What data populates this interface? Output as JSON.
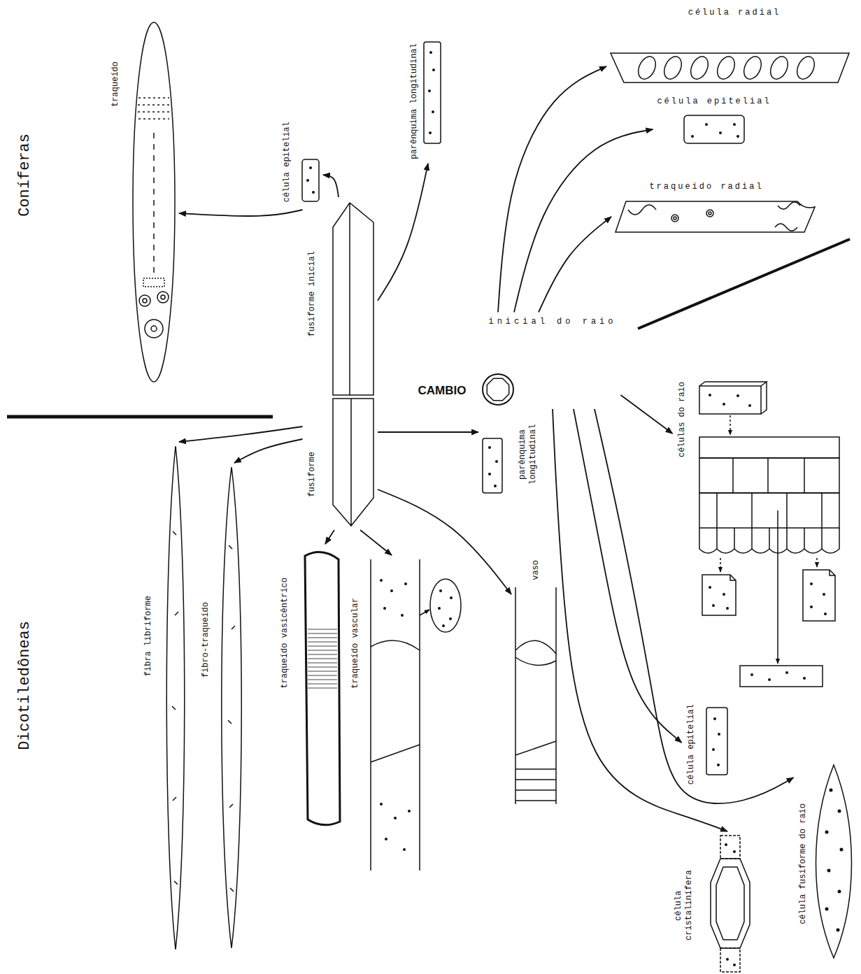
{
  "diagram": {
    "nodes": [
      {
        "text": [
          "traqueído"
        ]
      },
      {
        "text": [
          "célula epitelial"
        ]
      },
      {
        "text": [
          "parênquima longitudinal"
        ]
      },
      {
        "text": [
          "célula radial"
        ]
      },
      {
        "text": [
          "célula epitelial"
        ]
      },
      {
        "text": [
          "traqueído radial"
        ]
      },
      {
        "text": [
          "fusiforme inicial"
        ]
      },
      {
        "text": [
          "inicial do raio",
          "CAMBIO"
        ]
      },
      {
        "text": [
          "fusiforme"
        ]
      },
      {
        "text": [
          "parênquima longitudinal"
        ]
      },
      {
        "text": [
          "células do raio"
        ]
      },
      {
        "text": [
          "fibra libriforme"
        ]
      },
      {
        "text": [
          "fibro-traqueído"
        ]
      },
      {
        "text": [
          "traqueído vasicêntrico"
        ]
      },
      {
        "text": [
          "traqueído vascular"
        ]
      },
      {
        "text": [
          "vaso"
        ]
      },
      {
        "text": [
          "célula epitelial"
        ]
      },
      {
        "text": [
          "célula fusiforme do raio"
        ]
      },
      {
        "text": [
          "célula cristalinífera"
        ]
      }
    ],
    "edges": [
      {
        "from": 6,
        "to": 0,
        "arrow": "to"
      },
      {
        "from": 6,
        "to": 1,
        "arrow": "to"
      },
      {
        "from": 6,
        "to": 2,
        "arrow": "to"
      },
      {
        "from": 7,
        "to": 3,
        "arrow": "to"
      },
      {
        "from": 7,
        "to": 4,
        "arrow": "to"
      },
      {
        "from": 7,
        "to": 5,
        "arrow": "to"
      },
      {
        "from": 8,
        "to": 11,
        "arrow": "to"
      },
      {
        "from": 8,
        "to": 12,
        "arrow": "to"
      },
      {
        "from": 8,
        "to": 13,
        "arrow": "to"
      },
      {
        "from": 8,
        "to": 14,
        "arrow": "to"
      },
      {
        "from": 8,
        "to": 15,
        "arrow": "to"
      },
      {
        "from": 8,
        "to": 9,
        "arrow": "to"
      },
      {
        "from": 7,
        "to": 10,
        "arrow": "to"
      },
      {
        "from": 7,
        "to": 16,
        "arrow": "to"
      },
      {
        "from": 7,
        "to": 17,
        "arrow": "to"
      },
      {
        "from": 7,
        "to": 18,
        "arrow": "to"
      }
    ],
    "labels": [
      "Coníferas",
      "Dicotiledôneas"
    ]
  }
}
